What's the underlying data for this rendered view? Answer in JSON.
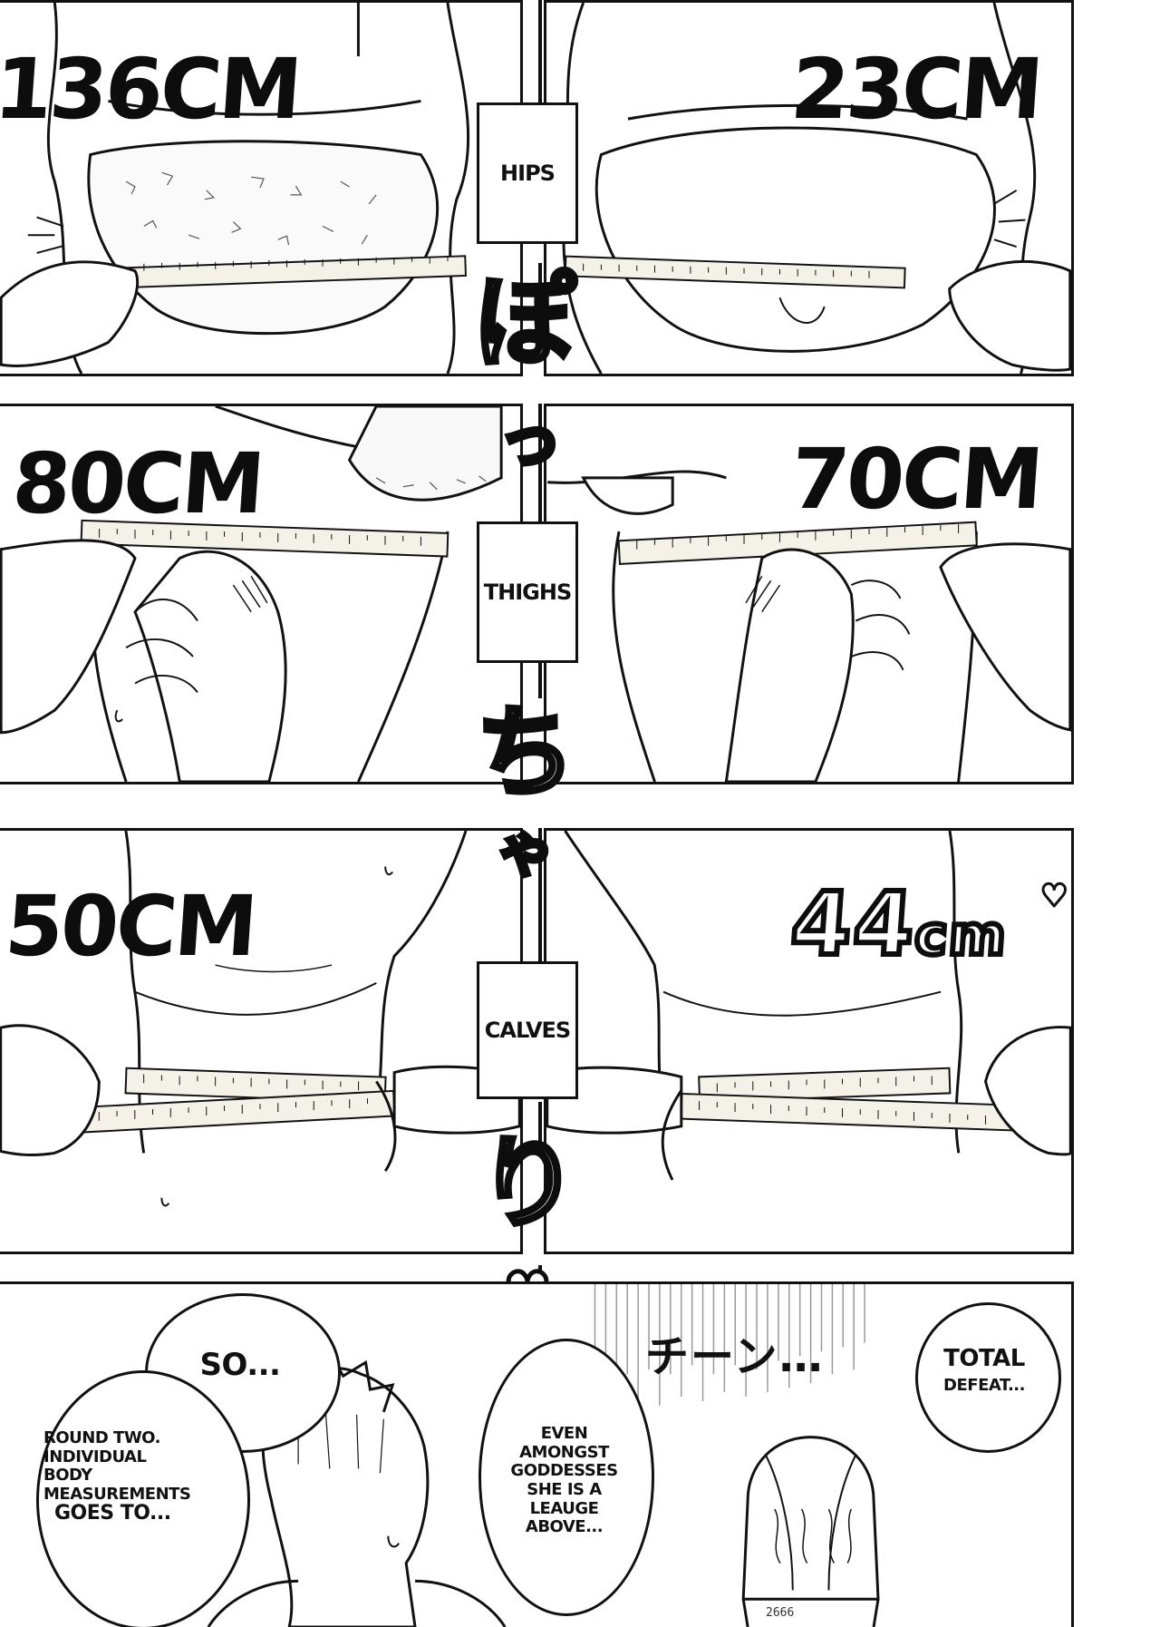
{
  "rows": [
    {
      "caption": "HIPS",
      "left_value": "136CM",
      "right_value": "23CM"
    },
    {
      "caption": "THIGHS",
      "left_value": "80CM",
      "right_value": "70CM"
    },
    {
      "caption": "CALVES",
      "left_value": "50CM",
      "right_value_main": "44",
      "right_value_unit": "cm"
    }
  ],
  "sfx": {
    "char1": "ぽ",
    "char2": "っ",
    "char3": "ち",
    "char4": "ゃ",
    "char5": "り",
    "heart": "♥"
  },
  "bottom_panel": {
    "bubble_so": "SO...",
    "bubble_round": "ROUND TWO. INDIVIDUAL BODY MEASUREMENTS",
    "bubble_goes": "GOES TO...",
    "bubble_goddess": "EVEN AMONGST GODDESSES SHE IS A LEAUGE ABOVE...",
    "sfx_chiin": "チーン…",
    "bubble_total": "TOTAL",
    "bubble_defeat": "DEFEAT...",
    "signature": "2666"
  },
  "colors": {
    "ink": "#111111",
    "paper": "#ffffff",
    "tape": "#f4f1e8"
  }
}
